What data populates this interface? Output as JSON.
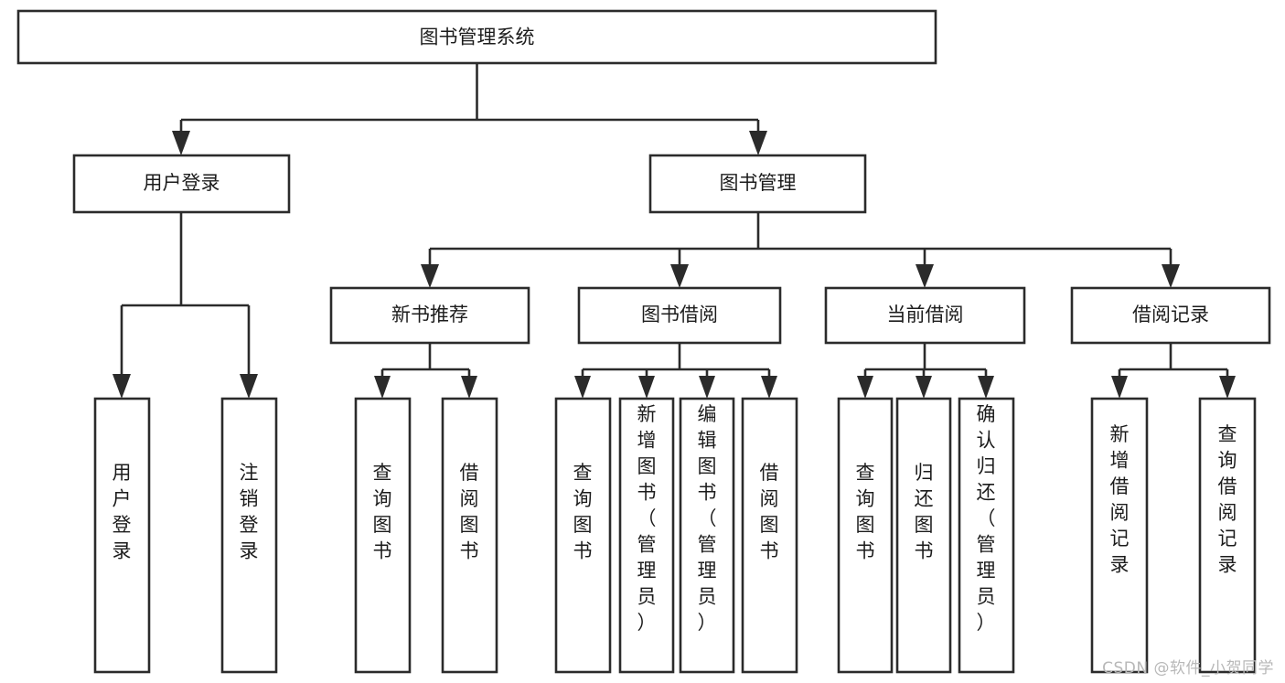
{
  "diagram": {
    "type": "tree-hierarchy-flowchart",
    "title": "图书管理系统",
    "watermark": "CSDN @软件_小贺同学",
    "colors": {
      "stroke": "#2b2b2b",
      "fill": "#ffffff",
      "text": "#1c1c1c",
      "watermark": "#b8b8b8",
      "background": "#ffffff"
    },
    "levels": [
      {
        "level": 1,
        "nodes": [
          {
            "id": "root",
            "label": "图书管理系统",
            "orientation": "horizontal"
          }
        ]
      },
      {
        "level": 2,
        "nodes": [
          {
            "id": "user-login",
            "label": "用户登录",
            "orientation": "horizontal",
            "parent": "root"
          },
          {
            "id": "book-mgmt",
            "label": "图书管理",
            "orientation": "horizontal",
            "parent": "root"
          }
        ]
      },
      {
        "level": 3,
        "nodes": [
          {
            "id": "new-book-rec",
            "label": "新书推荐",
            "orientation": "horizontal",
            "parent": "book-mgmt"
          },
          {
            "id": "book-borrow",
            "label": "图书借阅",
            "orientation": "horizontal",
            "parent": "book-mgmt"
          },
          {
            "id": "current-borrow",
            "label": "当前借阅",
            "orientation": "horizontal",
            "parent": "book-mgmt"
          },
          {
            "id": "borrow-record",
            "label": "借阅记录",
            "orientation": "horizontal",
            "parent": "book-mgmt"
          }
        ]
      },
      {
        "level": 4,
        "nodes": [
          {
            "id": "leaf-user-login",
            "label": "用户登录",
            "orientation": "vertical",
            "parent": "user-login"
          },
          {
            "id": "leaf-logout",
            "label": "注销登录",
            "orientation": "vertical",
            "parent": "user-login"
          },
          {
            "id": "leaf-query-book-1",
            "label": "查询图书",
            "orientation": "vertical",
            "parent": "new-book-rec"
          },
          {
            "id": "leaf-borrow-book-1",
            "label": "借阅图书",
            "orientation": "vertical",
            "parent": "new-book-rec"
          },
          {
            "id": "leaf-query-book-2",
            "label": "查询图书",
            "orientation": "vertical",
            "parent": "book-borrow"
          },
          {
            "id": "leaf-add-book",
            "label": "新增图书（管理员）",
            "orientation": "vertical",
            "parent": "book-borrow"
          },
          {
            "id": "leaf-edit-book",
            "label": "编辑图书（管理员）",
            "orientation": "vertical",
            "parent": "book-borrow"
          },
          {
            "id": "leaf-borrow-book-2",
            "label": "借阅图书",
            "orientation": "vertical",
            "parent": "book-borrow"
          },
          {
            "id": "leaf-query-book-3",
            "label": "查询图书",
            "orientation": "vertical",
            "parent": "current-borrow"
          },
          {
            "id": "leaf-return-book",
            "label": "归还图书",
            "orientation": "vertical",
            "parent": "current-borrow"
          },
          {
            "id": "leaf-confirm-return",
            "label": "确认归还（管理员）",
            "orientation": "vertical",
            "parent": "current-borrow"
          },
          {
            "id": "leaf-add-record",
            "label": "新增借阅记录",
            "orientation": "vertical",
            "parent": "borrow-record"
          },
          {
            "id": "leaf-query-record",
            "label": "查询借阅记录",
            "orientation": "vertical",
            "parent": "borrow-record"
          }
        ]
      }
    ],
    "edges": [
      {
        "from": "root",
        "to": "user-login"
      },
      {
        "from": "root",
        "to": "book-mgmt"
      },
      {
        "from": "user-login",
        "to": "leaf-user-login"
      },
      {
        "from": "user-login",
        "to": "leaf-logout"
      },
      {
        "from": "book-mgmt",
        "to": "new-book-rec"
      },
      {
        "from": "book-mgmt",
        "to": "book-borrow"
      },
      {
        "from": "book-mgmt",
        "to": "current-borrow"
      },
      {
        "from": "book-mgmt",
        "to": "borrow-record"
      },
      {
        "from": "new-book-rec",
        "to": "leaf-query-book-1"
      },
      {
        "from": "new-book-rec",
        "to": "leaf-borrow-book-1"
      },
      {
        "from": "book-borrow",
        "to": "leaf-query-book-2"
      },
      {
        "from": "book-borrow",
        "to": "leaf-add-book"
      },
      {
        "from": "book-borrow",
        "to": "leaf-edit-book"
      },
      {
        "from": "book-borrow",
        "to": "leaf-borrow-book-2"
      },
      {
        "from": "current-borrow",
        "to": "leaf-query-book-3"
      },
      {
        "from": "current-borrow",
        "to": "leaf-return-book"
      },
      {
        "from": "current-borrow",
        "to": "leaf-confirm-return"
      },
      {
        "from": "borrow-record",
        "to": "leaf-add-record"
      },
      {
        "from": "borrow-record",
        "to": "leaf-query-record"
      }
    ]
  }
}
